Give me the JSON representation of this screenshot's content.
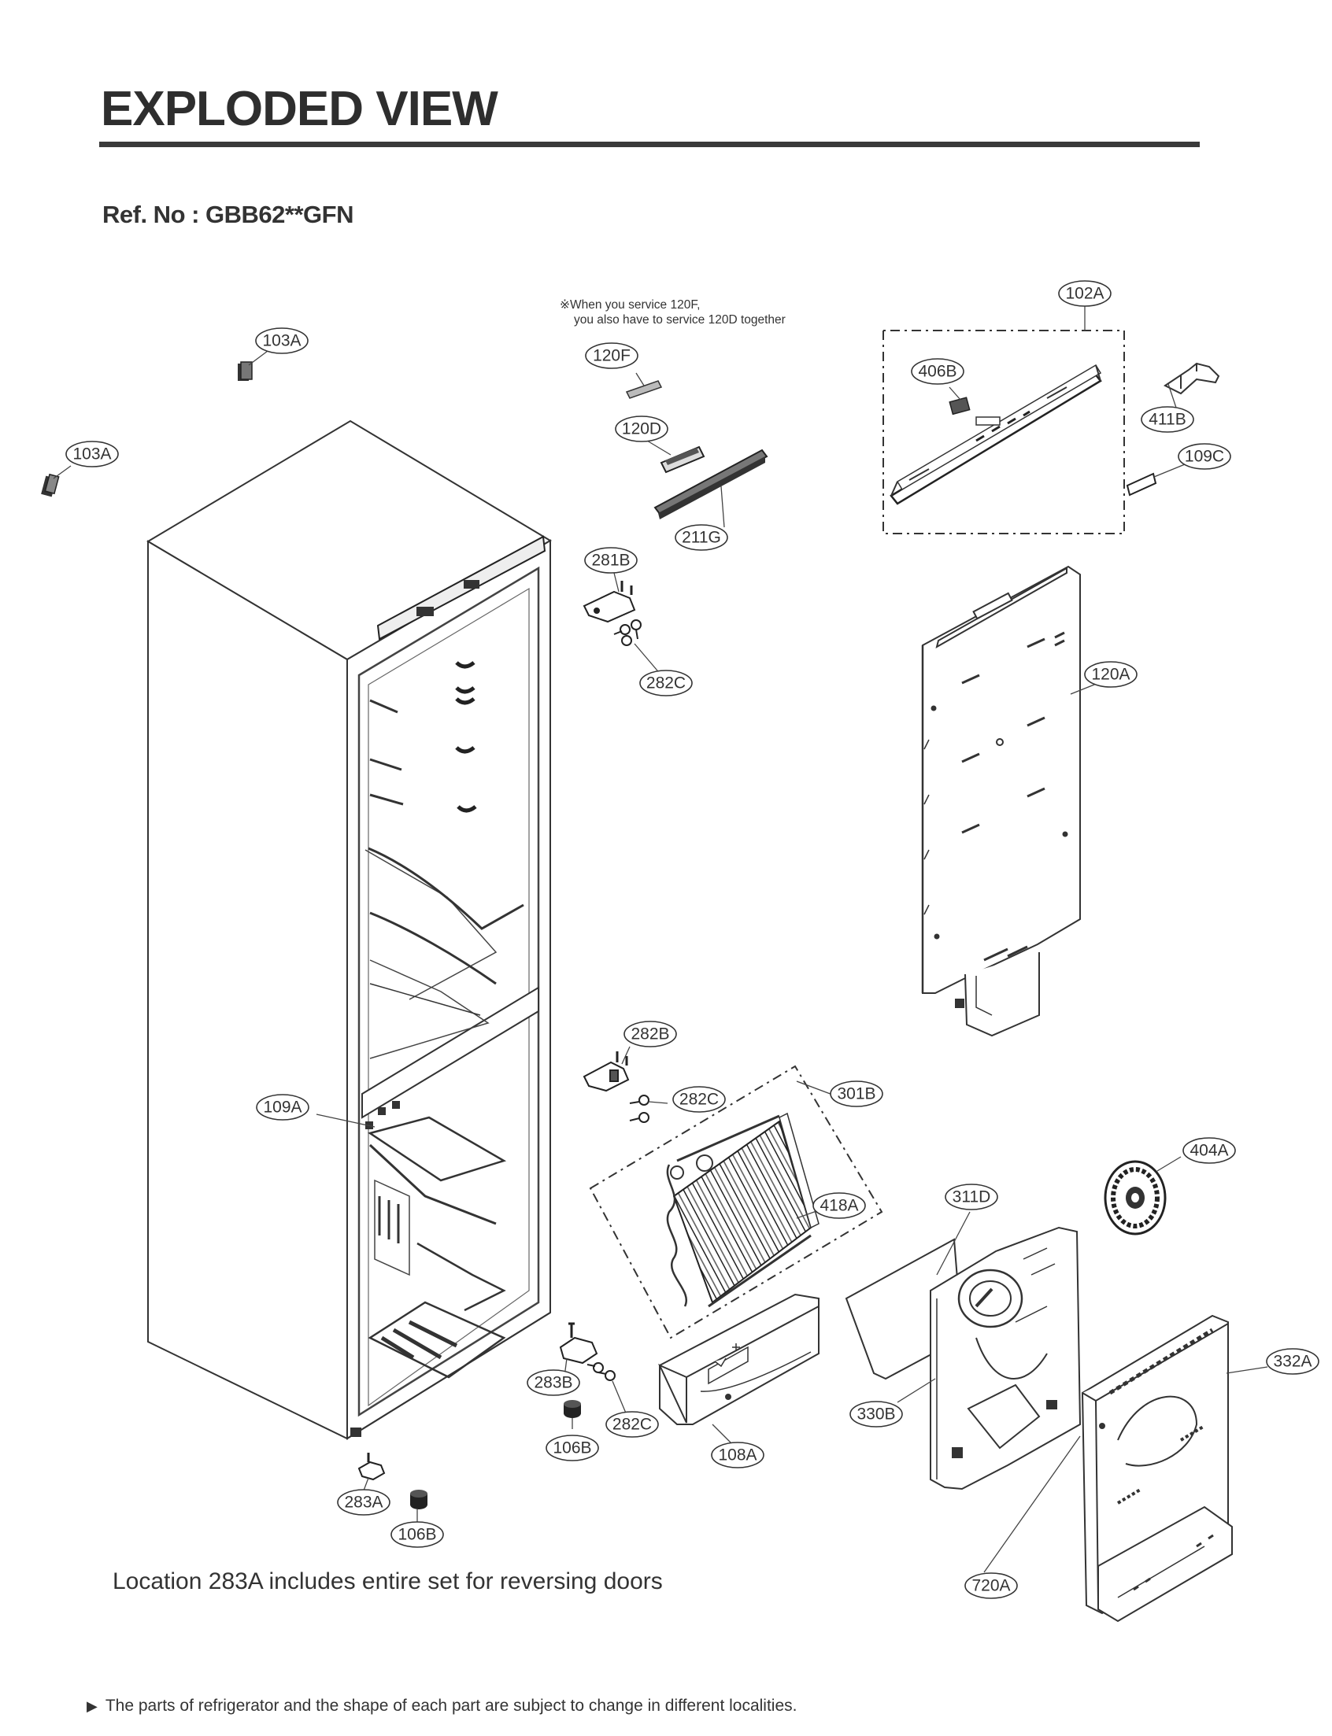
{
  "header": {
    "title": "EXPLODED VIEW",
    "ref_no": "Ref. No : GBB62**GFN"
  },
  "notes": {
    "service_line1": "※When you service 120F,",
    "service_line2": "you also have to service 120D together",
    "location": "Location 283A includes entire set for reversing doors",
    "footer": "The parts of refrigerator and the shape of each part are subject to change in different localities.",
    "footer_marker": "▶"
  },
  "callouts": [
    {
      "id": "lbl-102a",
      "text": "102A"
    },
    {
      "id": "lbl-103a-top",
      "text": "103A"
    },
    {
      "id": "lbl-103a-left",
      "text": "103A"
    },
    {
      "id": "lbl-120f",
      "text": "120F"
    },
    {
      "id": "lbl-120d",
      "text": "120D"
    },
    {
      "id": "lbl-211g",
      "text": "211G"
    },
    {
      "id": "lbl-406b",
      "text": "406B"
    },
    {
      "id": "lbl-411b",
      "text": "411B"
    },
    {
      "id": "lbl-109c",
      "text": "109C"
    },
    {
      "id": "lbl-281b",
      "text": "281B"
    },
    {
      "id": "lbl-282c-top",
      "text": "282C"
    },
    {
      "id": "lbl-120a",
      "text": "120A"
    },
    {
      "id": "lbl-282b",
      "text": "282B"
    },
    {
      "id": "lbl-282c-mid",
      "text": "282C"
    },
    {
      "id": "lbl-301b",
      "text": "301B"
    },
    {
      "id": "lbl-109a",
      "text": "109A"
    },
    {
      "id": "lbl-404a",
      "text": "404A"
    },
    {
      "id": "lbl-418a",
      "text": "418A"
    },
    {
      "id": "lbl-311d",
      "text": "311D"
    },
    {
      "id": "lbl-332a",
      "text": "332A"
    },
    {
      "id": "lbl-283b",
      "text": "283B"
    },
    {
      "id": "lbl-282c-low",
      "text": "282C"
    },
    {
      "id": "lbl-106b-mid",
      "text": "106B"
    },
    {
      "id": "lbl-108a",
      "text": "108A"
    },
    {
      "id": "lbl-330b",
      "text": "330B"
    },
    {
      "id": "lbl-283a",
      "text": "283A"
    },
    {
      "id": "lbl-106b-low",
      "text": "106B"
    },
    {
      "id": "lbl-720a",
      "text": "720A"
    }
  ]
}
